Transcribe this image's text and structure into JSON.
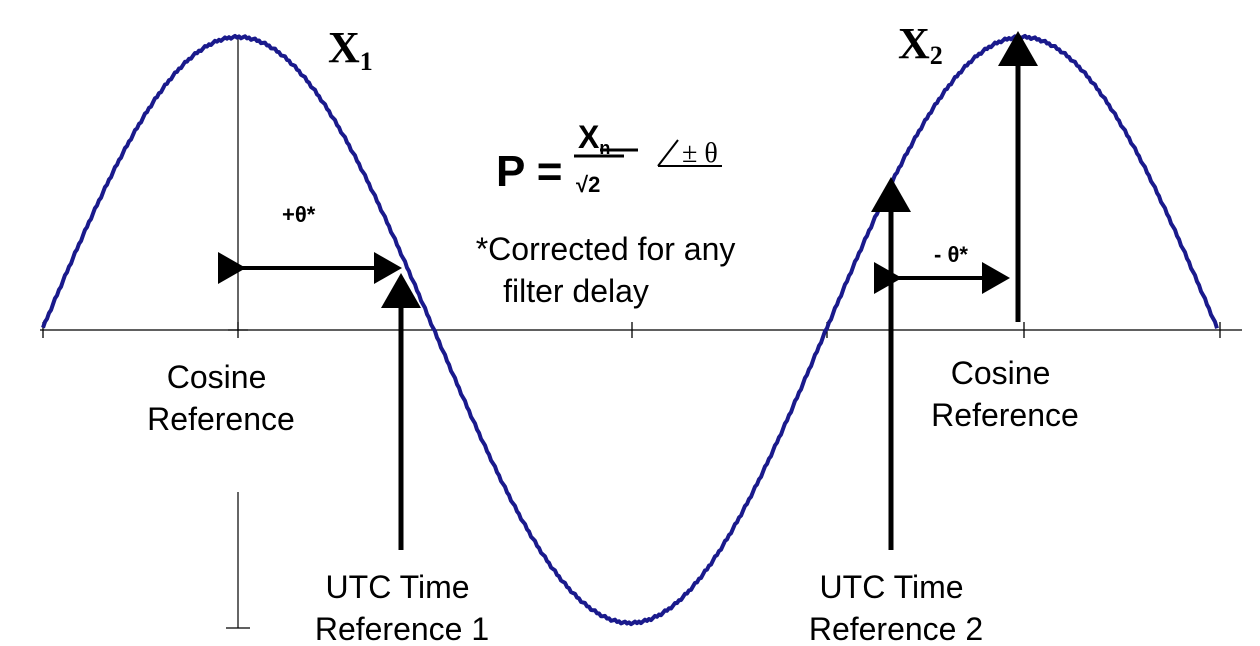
{
  "labels": {
    "x1_letter": "X",
    "x1_sub": "1",
    "x2_letter": "X",
    "x2_sub": "2",
    "plus_theta": "+θ*",
    "minus_theta": "- θ*",
    "note_line1": "*Corrected for any",
    "note_line2": "filter delay",
    "cosine_ref_1_line1": "Cosine",
    "cosine_ref_1_line2": "Reference",
    "cosine_ref_2_line1": "Cosine",
    "cosine_ref_2_line2": "Reference",
    "utc_ref_1_line1": "UTC Time",
    "utc_ref_1_line2": "Reference 1",
    "utc_ref_2_line1": "UTC Time",
    "utc_ref_2_line2": "Reference 2"
  },
  "formula": {
    "lhs": "P =",
    "numerator_letter": "X",
    "numerator_sub": "n",
    "denominator": "√2",
    "angle_text": "± θ"
  },
  "colors": {
    "wave": "#1a1a8c",
    "ink": "#000000"
  }
}
